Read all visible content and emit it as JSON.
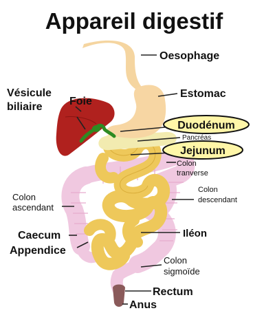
{
  "title": "Appareil digestif",
  "labels": {
    "oesophage": "Oesophage",
    "estomac": "Estomac",
    "vesicule_line1": "Vésicule",
    "vesicule_line2": "biliaire",
    "foie": "Foie",
    "duodenum": "Duodénum",
    "pancreas": "Pancréas",
    "jejunum": "Jejunum",
    "colon_tranverse_line1": "Colon",
    "colon_tranverse_line2": "tranverse",
    "colon_descendant_line1": "Colon",
    "colon_descendant_line2": "descendant",
    "colon_ascendant_line1": "Colon",
    "colon_ascendant_line2": "ascendant",
    "ileon": "Iléon",
    "caecum": "Caecum",
    "appendice": "Appendice",
    "colon_sigmoide_line1": "Colon",
    "colon_sigmoide_line2": "sigmoïde",
    "rectum": "Rectum",
    "anus": "Anus"
  },
  "colors": {
    "oesophagus": "#f5d5a0",
    "stomach": "#f7d6a3",
    "liver": "#b0211e",
    "gallbladder": "#2e8b22",
    "pancreas": "#f2ebb0",
    "small_intestine": "#eec85a",
    "colon": "#f0c8e0",
    "rectum": "#8a5a5a",
    "highlight": "#fff6a8"
  }
}
